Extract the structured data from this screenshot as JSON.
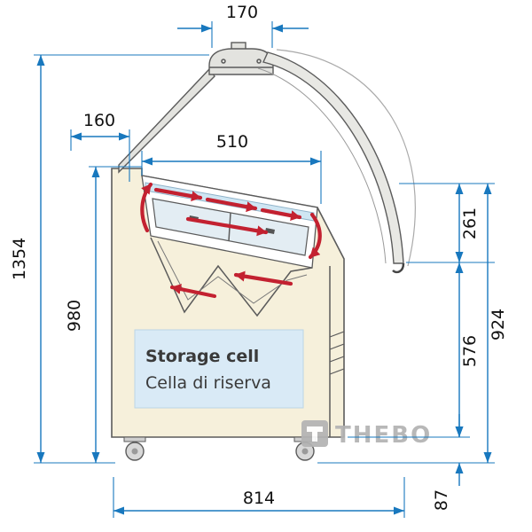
{
  "diagram": {
    "dimensions": {
      "top_width": "170",
      "rear_offset": "160",
      "opening_width": "510",
      "total_height": "1354",
      "body_height": "980",
      "glass_height": "261",
      "front_total_height": "924",
      "lower_front_height": "576",
      "total_depth": "814",
      "caster_height": "87"
    },
    "labels": {
      "storage_cell_en": "Storage cell",
      "storage_cell_it": "Cella di riserva"
    },
    "brand": {
      "name": "THEBO"
    },
    "colors": {
      "dimension_blue": "#1878be",
      "airflow_red": "#c32130",
      "body_cream": "#f6f0db",
      "glass_blue": "#cfe6f3",
      "storage_blue": "#d9eaf6",
      "outline_gray": "#5b5b5b",
      "brand_gray": "#b3b3b3"
    }
  }
}
